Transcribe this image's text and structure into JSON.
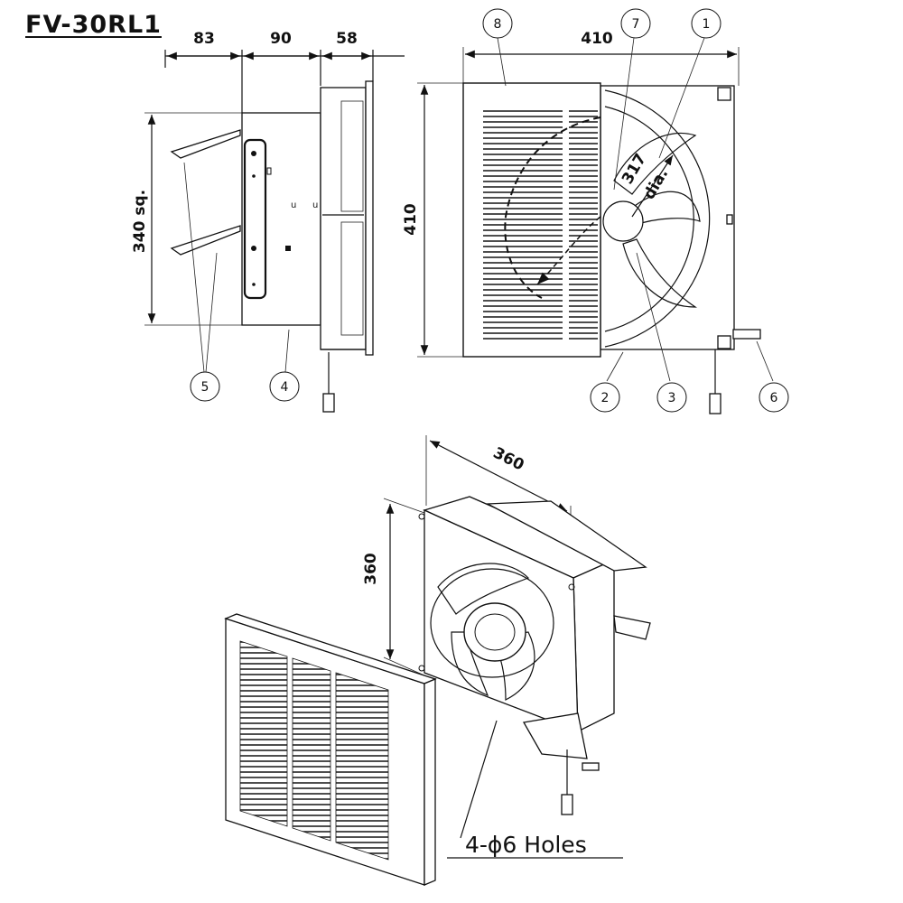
{
  "model": "FV-30RL1",
  "side_view": {
    "depth_dims": [
      "83",
      "90",
      "58"
    ],
    "height_dim": "340 sq."
  },
  "front_view": {
    "width_dim": "410",
    "height_dim": "410",
    "fan_dim": "317",
    "fan_dim_suffix": "dia."
  },
  "iso_view": {
    "width_dim": "360",
    "height_dim": "360",
    "holes_label": "4-ϕ6 Holes"
  },
  "callouts": [
    "1",
    "2",
    "3",
    "4",
    "5",
    "6",
    "7",
    "8"
  ]
}
